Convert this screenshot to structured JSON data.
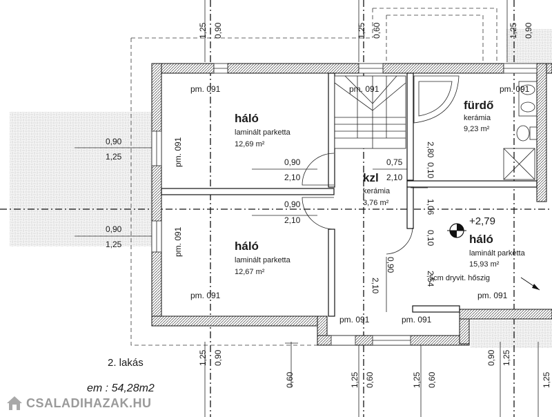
{
  "rooms": [
    {
      "name": "háló",
      "floor": "laminált parketta",
      "area": "12,69 m²"
    },
    {
      "name": "háló",
      "floor": "laminált parketta",
      "area": "12,67 m²"
    },
    {
      "name": "fürdő",
      "floor": "kerámia",
      "area": "9,23 m²"
    },
    {
      "name": "kzl",
      "floor": "kerámia",
      "area": "3,76 m²"
    },
    {
      "name": "háló",
      "floor": "laminált parketta",
      "area": "15,93 m²"
    }
  ],
  "pm_label": "pm. 091",
  "level_mark": "+2,79",
  "insulation_note": "5cm dryvit. hőszig",
  "unit_title": "2. lakás",
  "floor_area": "em :  54,28m2",
  "watermark": "CSALADIHAZAK.HU",
  "dims": {
    "d125": "1,25",
    "d090": "0,90",
    "d060": "0,60",
    "d210": "2,10",
    "d075": "0,75",
    "d280": "2,80",
    "d010": "0,10",
    "d106": "1,06",
    "d254": "2,54"
  }
}
